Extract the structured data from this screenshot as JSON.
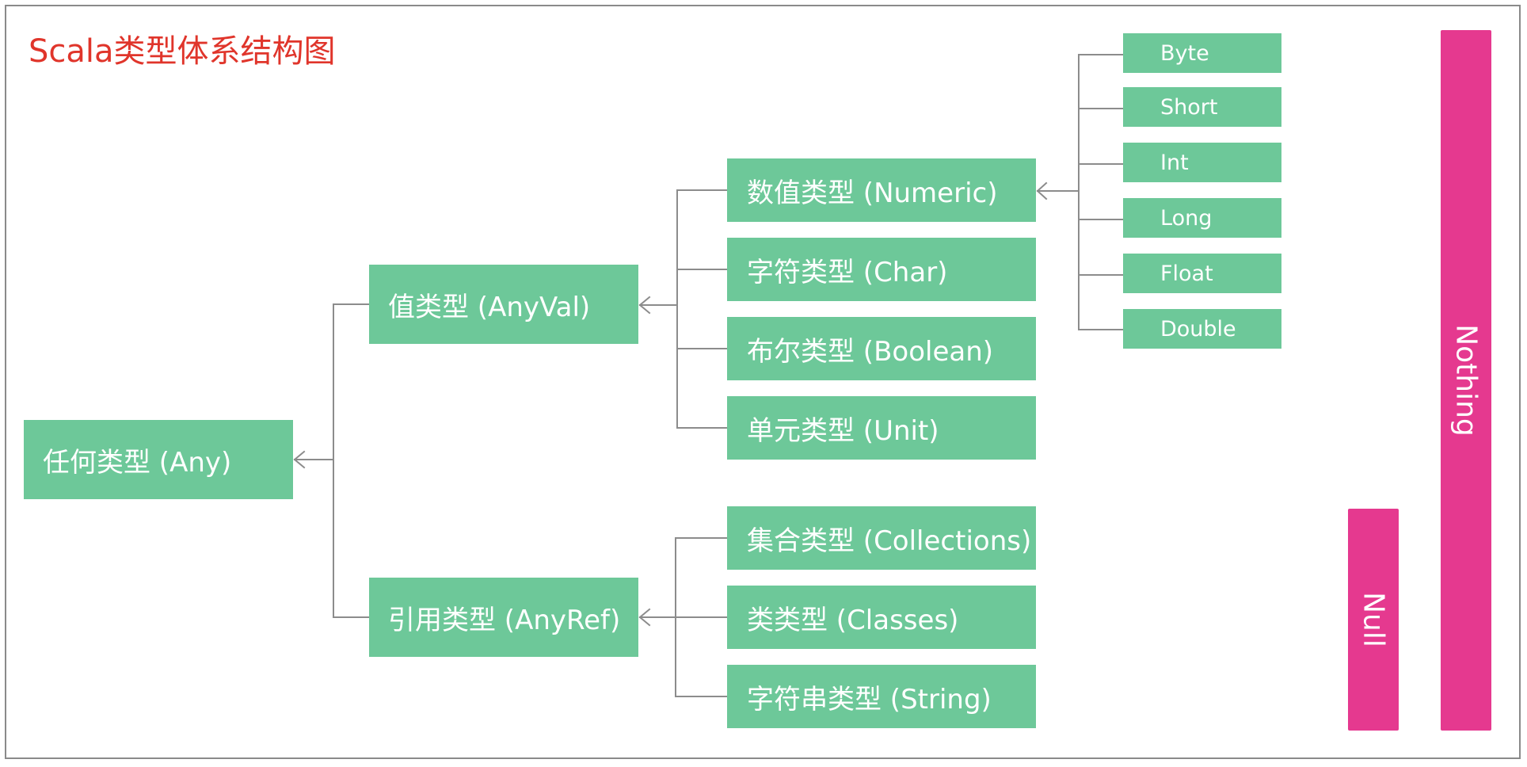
{
  "title": "Scala类型体系结构图",
  "colors": {
    "node_fill": "#6dc899",
    "bottom_type_fill": "#e5398f",
    "title_color": "#e0352b",
    "connector": "#8c8c8c"
  },
  "nodes": {
    "any": "任何类型 (Any)",
    "anyval": "值类型 (AnyVal)",
    "anyref": "引用类型 (AnyRef)",
    "numeric": "数值类型 (Numeric)",
    "char": "字符类型 (Char)",
    "boolean": "布尔类型 (Boolean)",
    "unit": "单元类型 (Unit)",
    "collections": "集合类型 (Collections)",
    "classes": "类类型 (Classes)",
    "string": "字符串类型 (String)",
    "byte": "Byte",
    "short": "Short",
    "int": "Int",
    "long": "Long",
    "float": "Float",
    "double": "Double"
  },
  "bottom_types": {
    "null": "Null",
    "nothing": "Nothing"
  }
}
